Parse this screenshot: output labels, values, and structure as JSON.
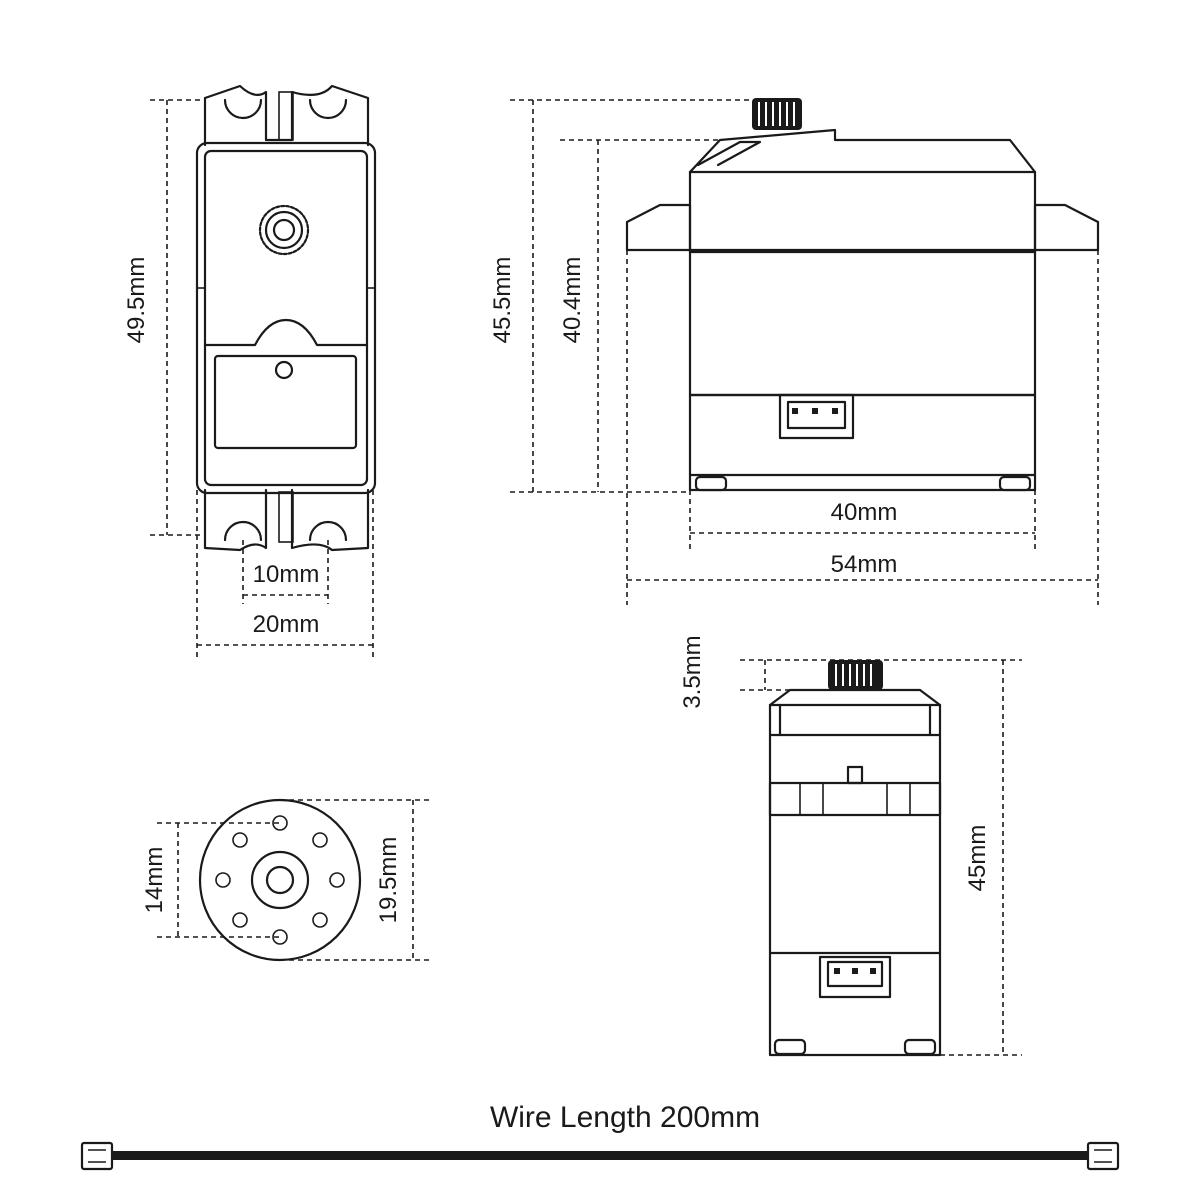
{
  "labels": {
    "top_height": "49.5mm",
    "mount_hole_spacing": "10mm",
    "body_width": "20mm",
    "overall_height": "45.5mm",
    "body_height": "40.4mm",
    "body_length": "40mm",
    "overall_length": "54mm",
    "spline_height": "3.5mm",
    "side_height": "45mm",
    "horn_inner": "14mm",
    "horn_outer": "19.5mm",
    "wire_length": "Wire Length 200mm"
  },
  "colors": {
    "line": "#1a1a1a",
    "background": "#ffffff"
  }
}
